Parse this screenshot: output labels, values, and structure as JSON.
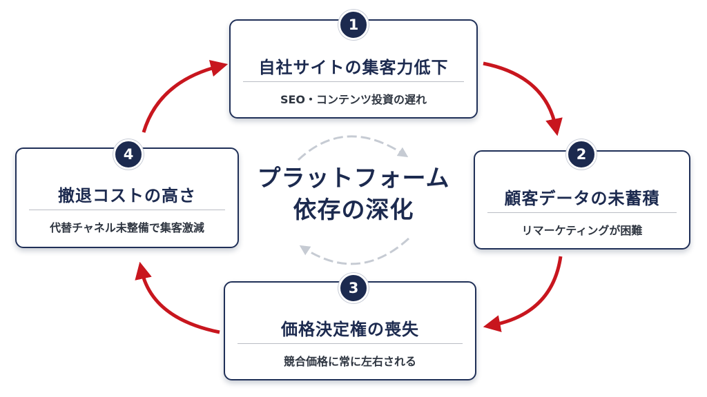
{
  "center": {
    "line1": "プラットフォーム",
    "line2": "依存の深化"
  },
  "steps": [
    {
      "number": "1",
      "title": "自社サイトの集客力低下",
      "subtitle": "SEO・コンテンツ投資の遅れ"
    },
    {
      "number": "2",
      "title": "顧客データの未蓄積",
      "subtitle": "リマーケティングが困難"
    },
    {
      "number": "3",
      "title": "価格決定権の喪失",
      "subtitle": "競合価格に常に左右される"
    },
    {
      "number": "4",
      "title": "撤退コストの高さ",
      "subtitle": "代替チャネル未整備で集客激減"
    }
  ],
  "colors": {
    "navy": "#1c2a4f",
    "arrow_red": "#c8161e",
    "cycle_gray": "#c6cbd3"
  }
}
